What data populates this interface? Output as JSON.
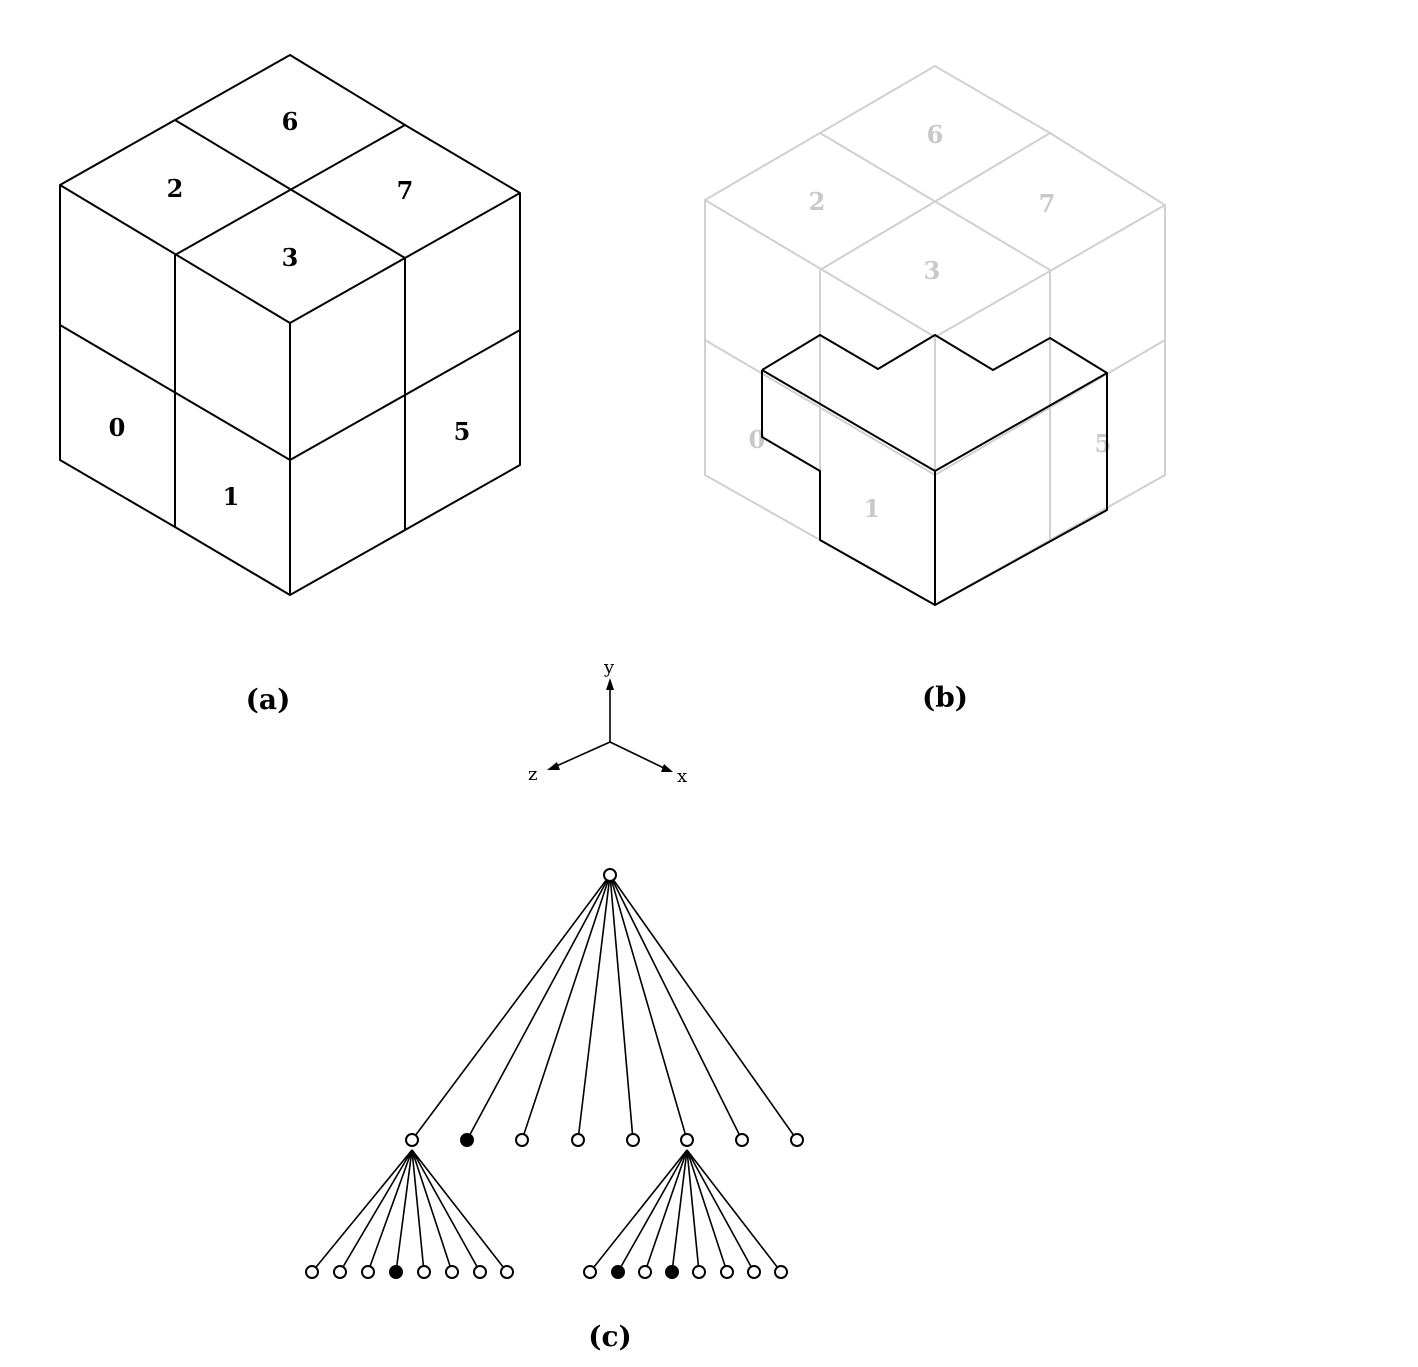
{
  "figure": {
    "cube_a": {
      "caption": "(a)",
      "cell_labels": [
        "6",
        "2",
        "7",
        "3",
        "0",
        "1",
        "5"
      ]
    },
    "cube_b": {
      "caption": "(b)",
      "cell_labels": [
        "6",
        "2",
        "7",
        "3",
        "0",
        "1",
        "5"
      ]
    },
    "axes": {
      "y": "y",
      "z": "z",
      "x": "x"
    },
    "tree": {
      "caption": "(c)",
      "children": [
        {
          "filled": false,
          "expanded": true
        },
        {
          "filled": true,
          "expanded": false
        },
        {
          "filled": false,
          "expanded": false
        },
        {
          "filled": false,
          "expanded": false
        },
        {
          "filled": false,
          "expanded": false
        },
        {
          "filled": false,
          "expanded": true
        },
        {
          "filled": false,
          "expanded": false
        },
        {
          "filled": false,
          "expanded": false
        }
      ],
      "expanded_leaves": [
        [
          false,
          false,
          false,
          true,
          false,
          false,
          false,
          false
        ],
        [
          false,
          true,
          false,
          true,
          false,
          false,
          false,
          false
        ]
      ]
    }
  }
}
